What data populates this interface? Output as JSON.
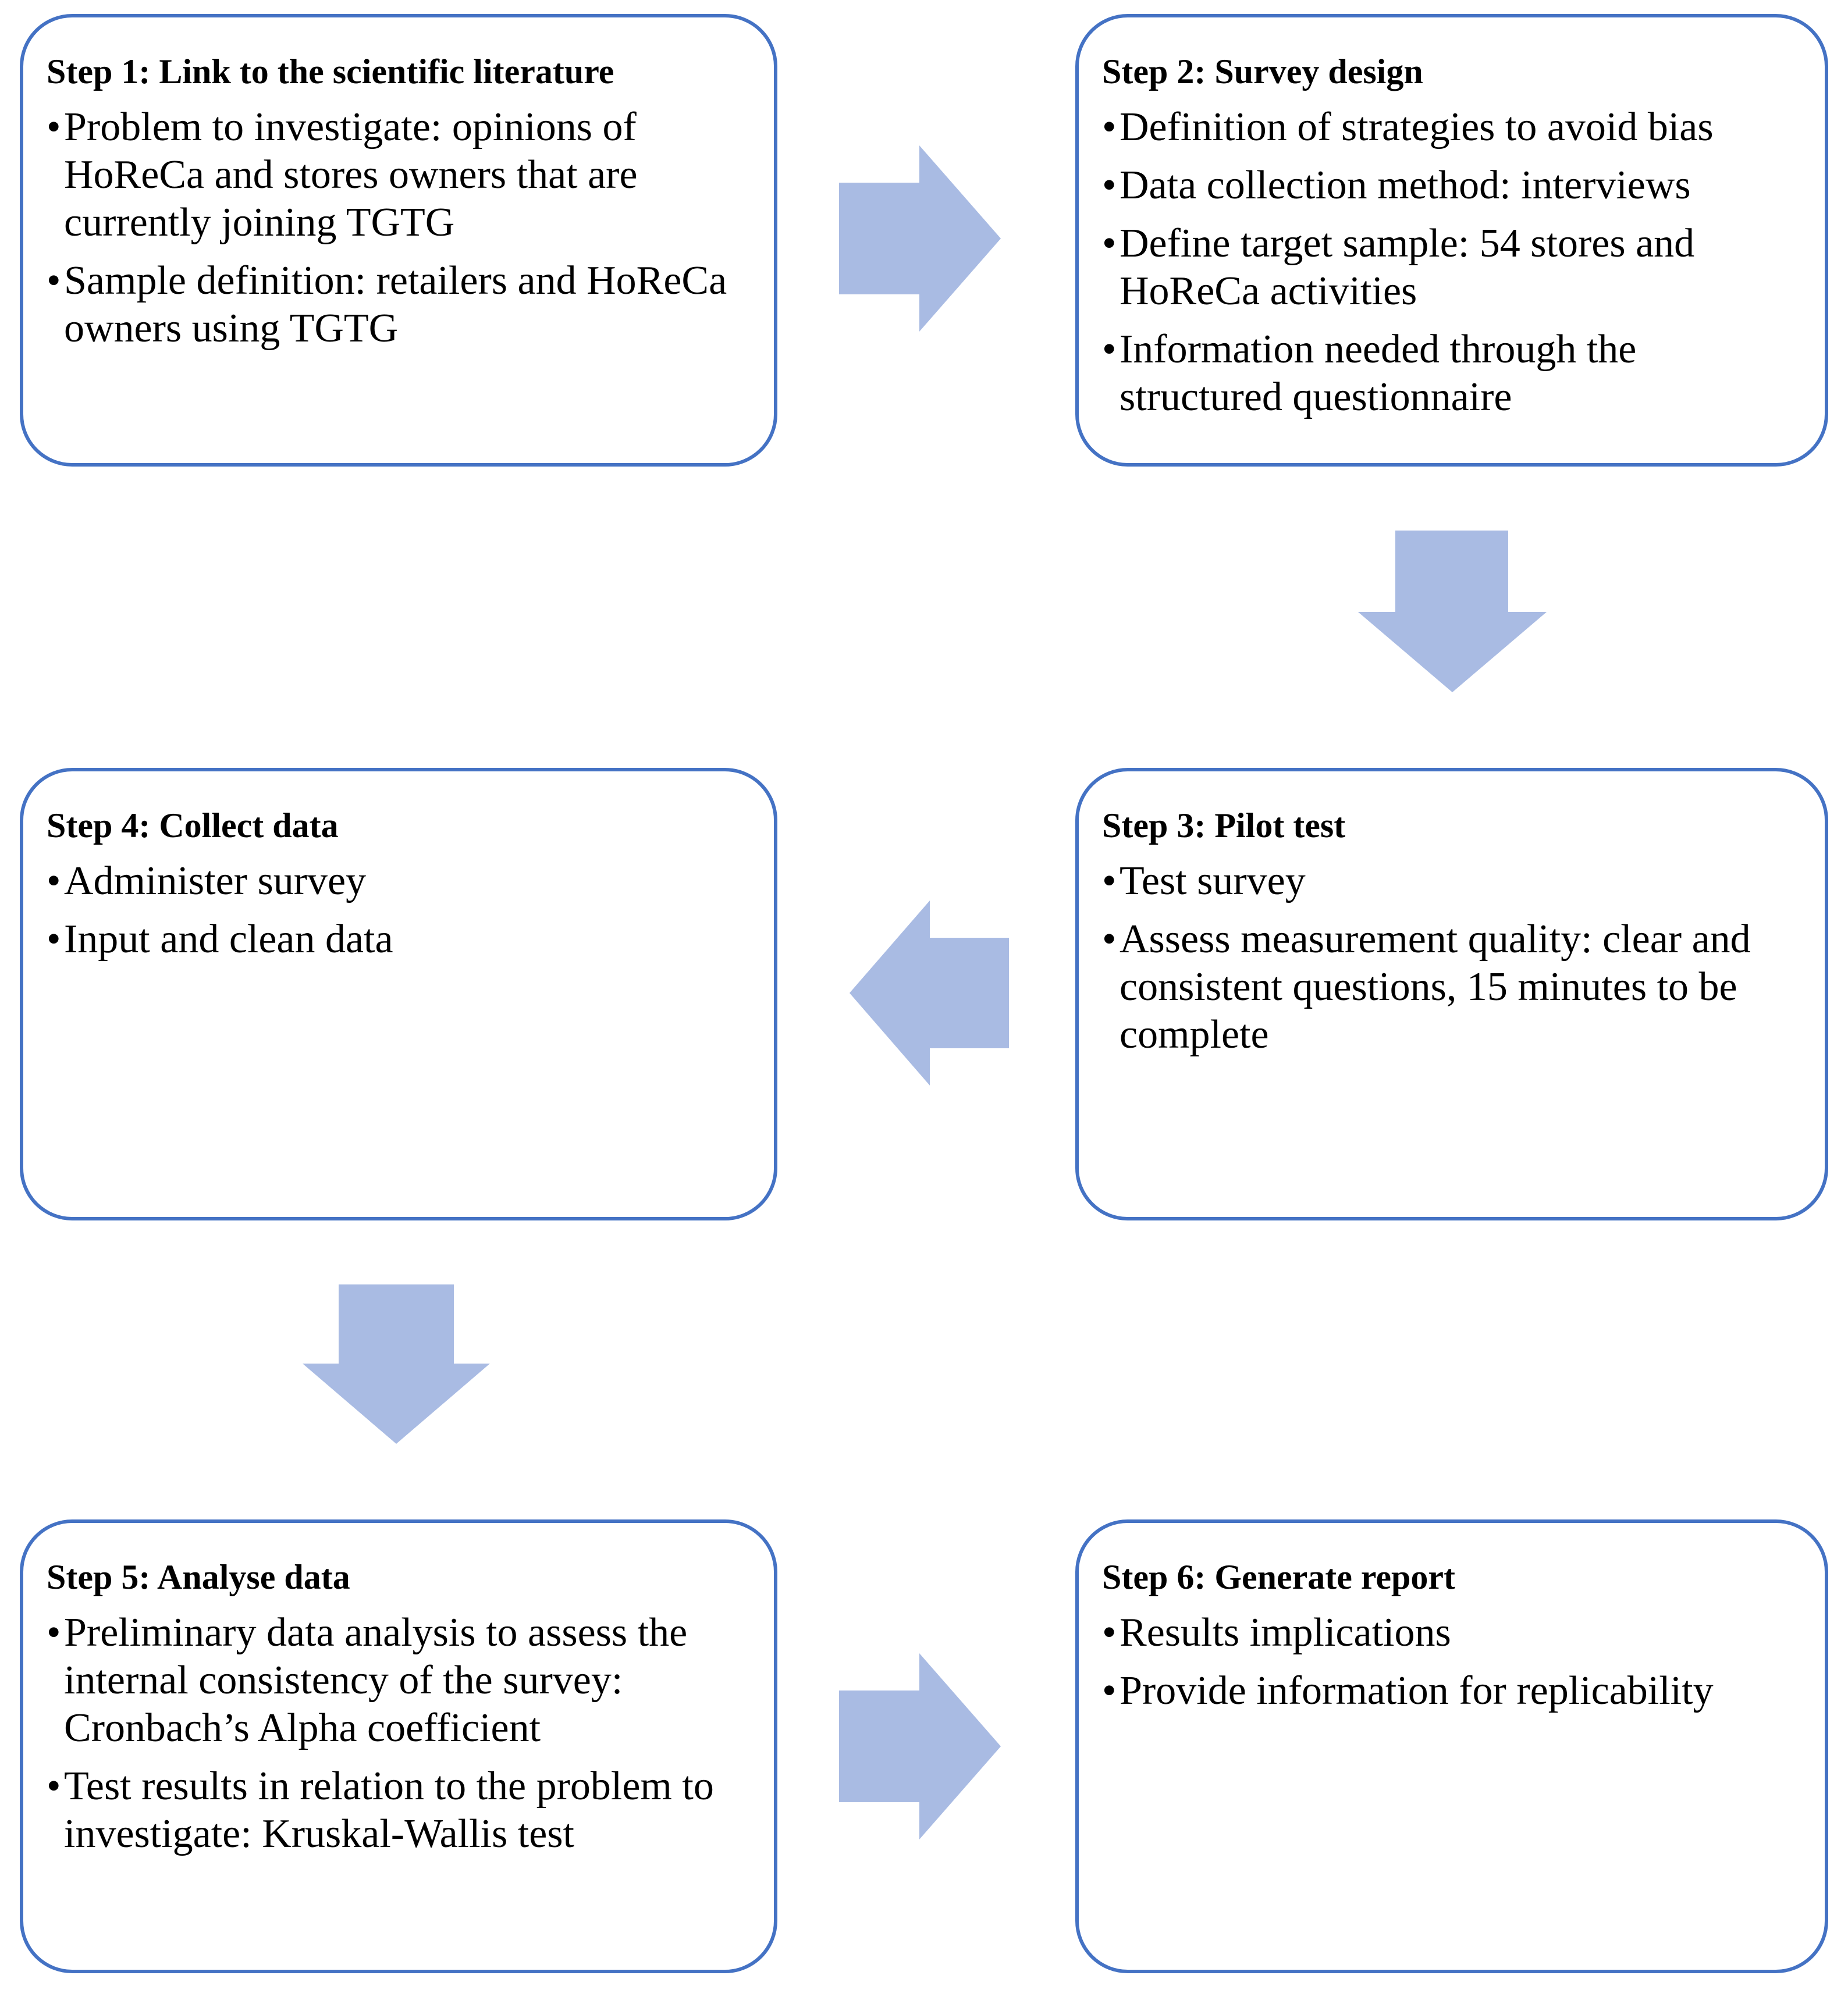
{
  "colors": {
    "box_border": "#4472C4",
    "arrow_fill": "#A9BBE3",
    "text": "#000000"
  },
  "bullet_glyph": "•",
  "steps": [
    {
      "title": "Step 1: Link to the scientific literature",
      "bullets": [
        "Problem to investigate: opinions of HoReCa and stores owners that are currently joining TGTG",
        "Sample definition: retailers and HoReCa owners using TGTG"
      ]
    },
    {
      "title": "Step 2: Survey design",
      "bullets": [
        "Definition of strategies to avoid bias",
        "Data collection method: interviews",
        "Define target sample: 54 stores and HoReCa activities",
        "Information needed through the structured questionnaire"
      ]
    },
    {
      "title": "Step 3: Pilot test",
      "bullets": [
        "Test survey",
        "Assess measurement quality: clear and consistent questions, 15 minutes to be complete"
      ]
    },
    {
      "title": "Step 4: Collect data",
      "bullets": [
        "Administer survey",
        "Input and clean data"
      ]
    },
    {
      "title": "Step 5: Analyse data",
      "bullets": [
        "Preliminary data analysis to assess the internal consistency of the survey: Cronbach’s Alpha coefficient",
        "Test results in relation to the problem to investigate: Kruskal-Wallis test"
      ]
    },
    {
      "title": "Step 6: Generate report",
      "bullets": [
        "Results implications",
        "Provide information for replicability"
      ]
    }
  ],
  "arrows": [
    {
      "from": "Step 1",
      "to": "Step 2",
      "direction": "right"
    },
    {
      "from": "Step 2",
      "to": "Step 3",
      "direction": "down"
    },
    {
      "from": "Step 3",
      "to": "Step 4",
      "direction": "left"
    },
    {
      "from": "Step 4",
      "to": "Step 5",
      "direction": "down"
    },
    {
      "from": "Step 5",
      "to": "Step 6",
      "direction": "right"
    }
  ]
}
